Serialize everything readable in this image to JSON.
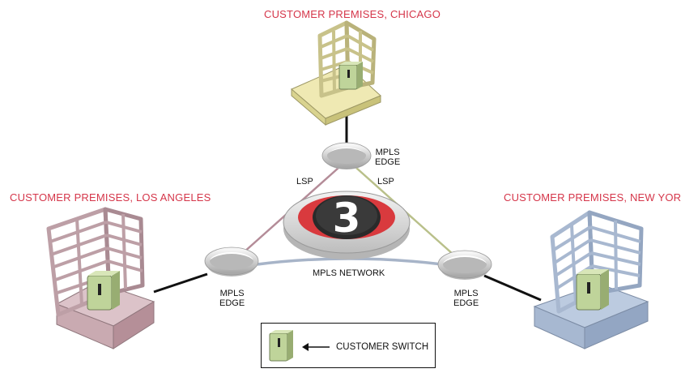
{
  "colors": {
    "label_red": "#d5364a",
    "chicago": "#efe9b3",
    "los_angeles": "#dcc3c9",
    "new_york": "#bccbe0",
    "switch": "#bfd49a",
    "core_red": "#d93a3e",
    "link_la": "#b48c98",
    "link_ny": "#b9c08a",
    "link_network": "#a7b4c8",
    "access_line": "#111111"
  },
  "sites": {
    "chicago": "CUSTOMER PREMISES, CHICAGO",
    "los_angeles": "CUSTOMER PREMISES, LOS ANGELES",
    "new_york": "CUSTOMER PREMISES, NEW YORK"
  },
  "edges": {
    "top": [
      "MPLS",
      "EDGE"
    ],
    "left": [
      "MPLS",
      "EDGE"
    ],
    "right": [
      "MPLS",
      "EDGE"
    ]
  },
  "links": {
    "lsp_left": "LSP",
    "lsp_right": "LSP",
    "network": "MPLS NETWORK"
  },
  "core": {
    "glyph": "3"
  },
  "legend": {
    "switch_label": "CUSTOMER SWITCH"
  }
}
